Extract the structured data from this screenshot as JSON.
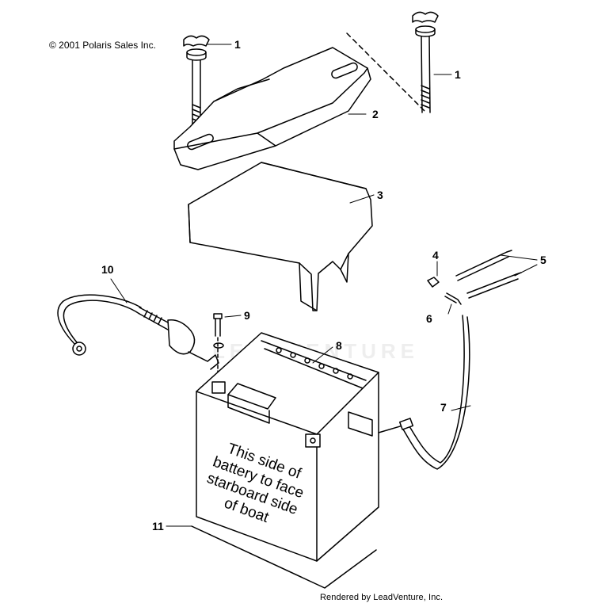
{
  "copyright": "© 2001 Polaris Sales Inc.",
  "footer": "Rendered by LeadVenture, Inc.",
  "watermark": "LEADVENTURE",
  "battery_text": [
    "This side of",
    "battery to face",
    "starboard side",
    "of boat"
  ],
  "callouts": [
    "1",
    "1",
    "2",
    "3",
    "4",
    "5",
    "6",
    "7",
    "8",
    "9",
    "10",
    "11"
  ]
}
